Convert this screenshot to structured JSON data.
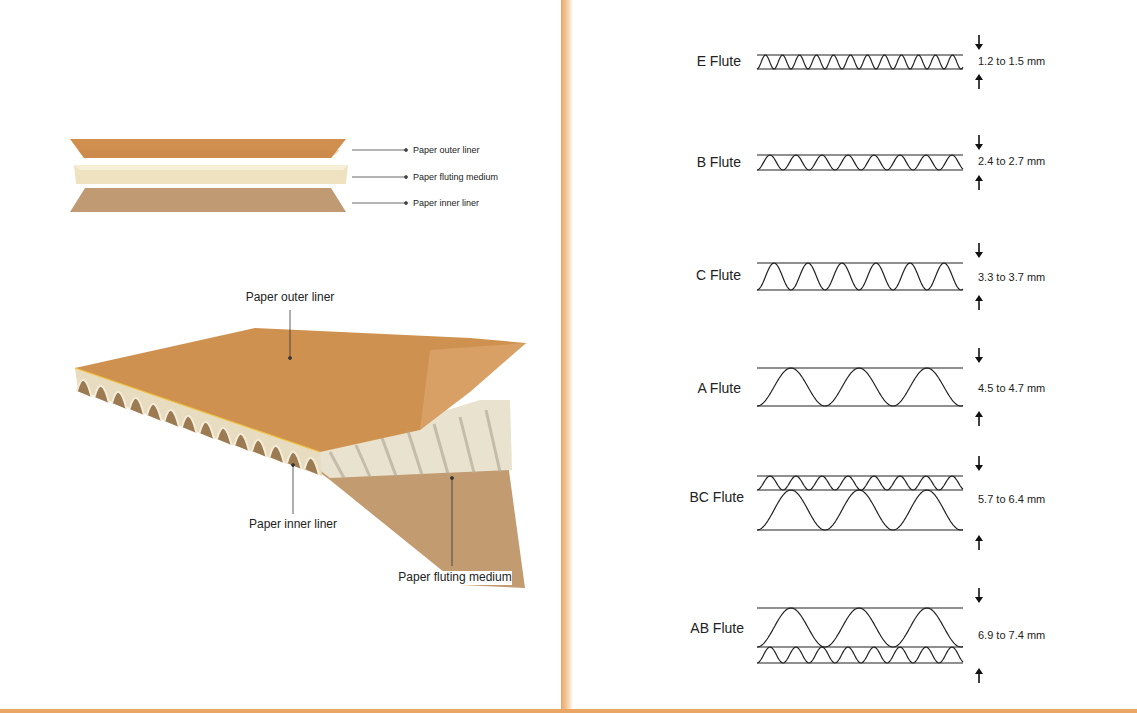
{
  "diagram": {
    "labels": [
      "Paper outer liner",
      "Paper fluting medium",
      "Paper inner liner",
      "Paper outer liner",
      "Paper inner liner",
      "Paper fluting medium",
      "E Flute",
      "1.2 to 1.5 mm",
      "B Flute",
      "2.4 to 2.7 mm",
      "C Flute",
      "3.3 to 3.7 mm",
      "A Flute",
      "4.5 to 4.7 mm",
      "BC Flute",
      "5.7 to 6.4 mm",
      "AB Flute",
      "6.9 to 7.4 mm"
    ]
  }
}
